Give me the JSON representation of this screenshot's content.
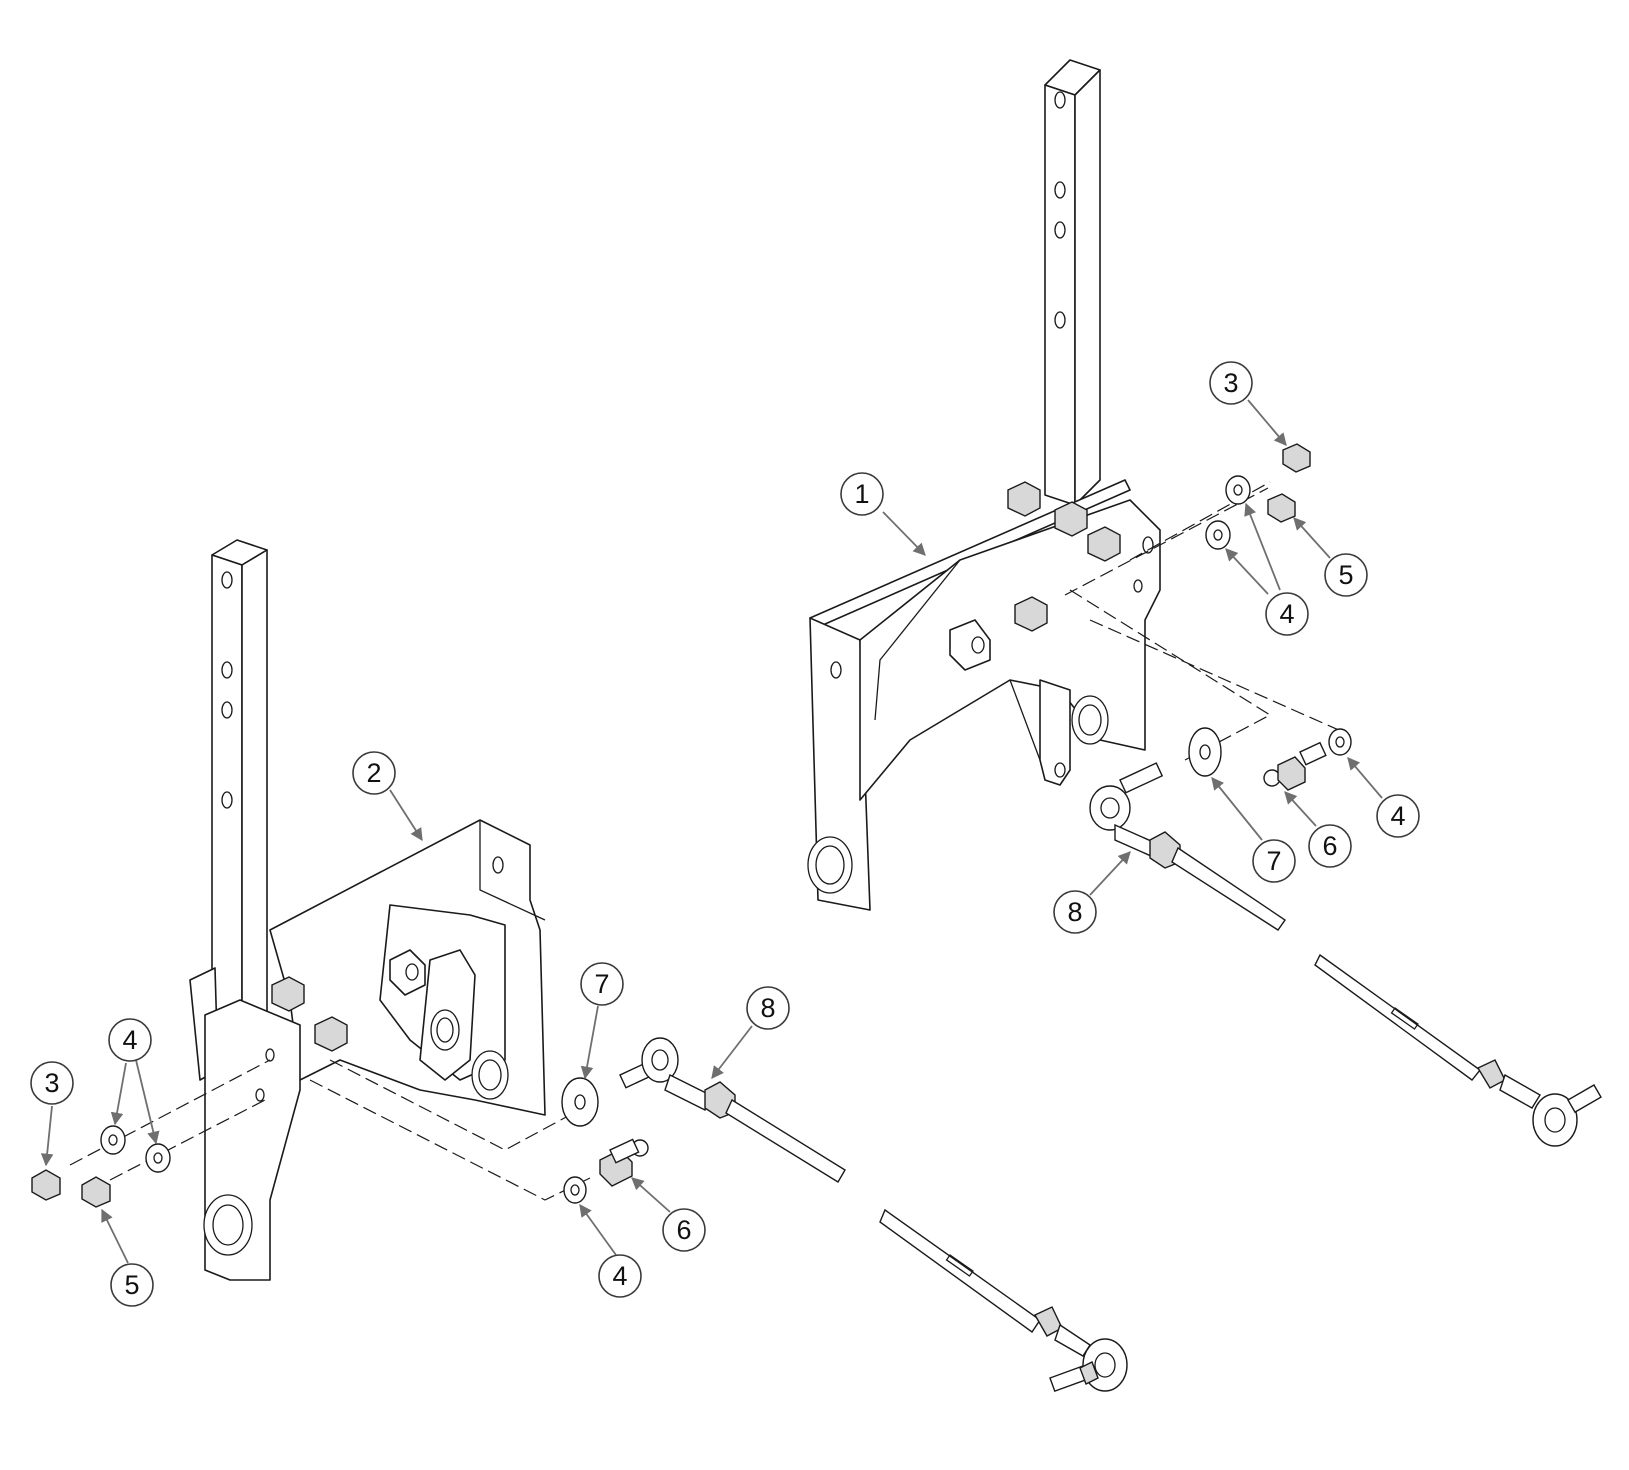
{
  "diagram": {
    "type": "exploded-parts-view",
    "callouts": [
      {
        "id": "c1-right",
        "label": "1"
      },
      {
        "id": "c2-left",
        "label": "2"
      },
      {
        "id": "c3-right",
        "label": "3"
      },
      {
        "id": "c3-left",
        "label": "3"
      },
      {
        "id": "c4-right-upper",
        "label": "4"
      },
      {
        "id": "c4-right-lower",
        "label": "4"
      },
      {
        "id": "c4-left-upper",
        "label": "4"
      },
      {
        "id": "c4-left-lower",
        "label": "4"
      },
      {
        "id": "c5-right",
        "label": "5"
      },
      {
        "id": "c5-left",
        "label": "5"
      },
      {
        "id": "c6-right",
        "label": "6"
      },
      {
        "id": "c6-left",
        "label": "6"
      },
      {
        "id": "c7-right",
        "label": "7"
      },
      {
        "id": "c7-left",
        "label": "7"
      },
      {
        "id": "c8-right",
        "label": "8"
      },
      {
        "id": "c8-left",
        "label": "8"
      }
    ]
  },
  "colors": {
    "line": "#1a1a1a",
    "leader": "#6f6f6f",
    "background": "#ffffff"
  }
}
